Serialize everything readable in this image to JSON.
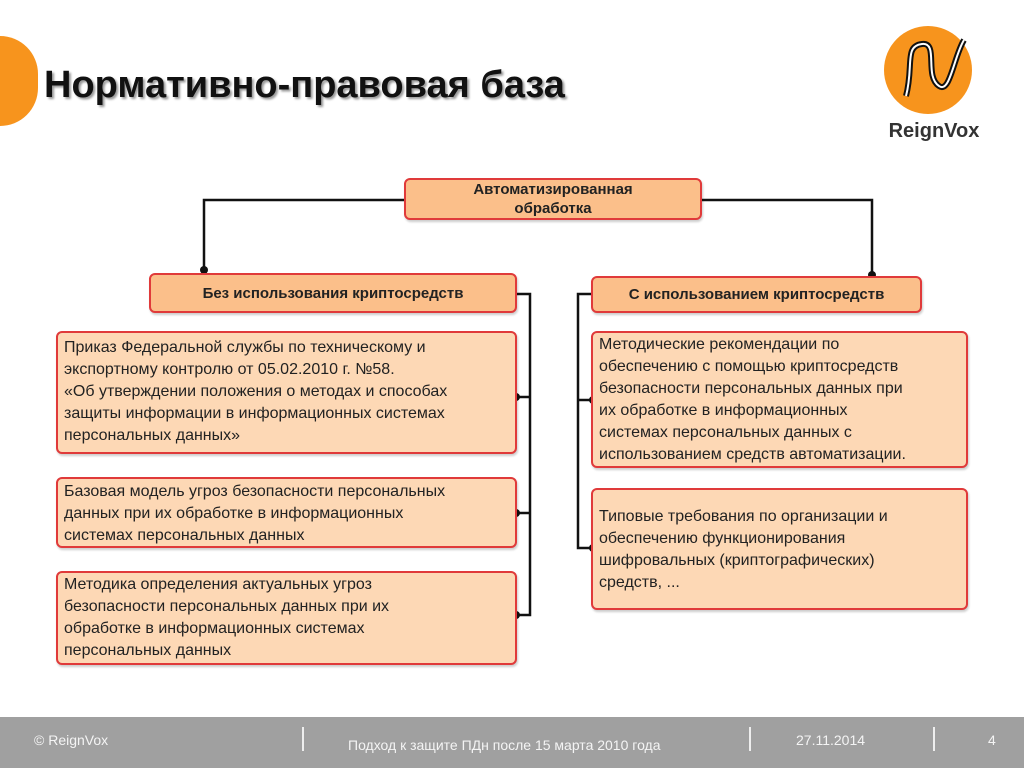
{
  "title": "Нормативно-правовая база",
  "logo": {
    "text": "ReignVox"
  },
  "diagram": {
    "root": [
      "Автоматизированная",
      "обработка"
    ],
    "left_header": "Без использования криптосредств",
    "right_header": "С использованием криптосредств",
    "left_items": [
      [
        "Приказ Федеральной службы по техническому и",
        "экспортному контролю от 05.02.2010 г. №58.",
        "«Об утверждении положения о методах и способах",
        "защиты информации в информационных системах",
        "персональных данных»"
      ],
      [
        "Базовая модель угроз безопасности персональных",
        "данных при их обработке в информационных",
        "системах персональных данных"
      ],
      [
        "Методика определения актуальных угроз",
        "безопасности персональных данных при их",
        "обработке в информационных системах",
        "персональных данных"
      ]
    ],
    "right_items": [
      [
        "Методические рекомендации по",
        "обеспечению с помощью криптосредств",
        "безопасности персональных данных при",
        "их обработке в информационных",
        "системах персональных данных с",
        "использованием средств автоматизации."
      ],
      [
        "Типовые требования по организации и",
        "обеспечению функционирования",
        "шифровальных (криптографических)",
        "средств, ..."
      ]
    ]
  },
  "footer": {
    "copyright": "© ReignVox",
    "subject": "Подход к защите ПДн после 15 марта 2010 года",
    "date": "27.11.2014",
    "page": "4"
  }
}
